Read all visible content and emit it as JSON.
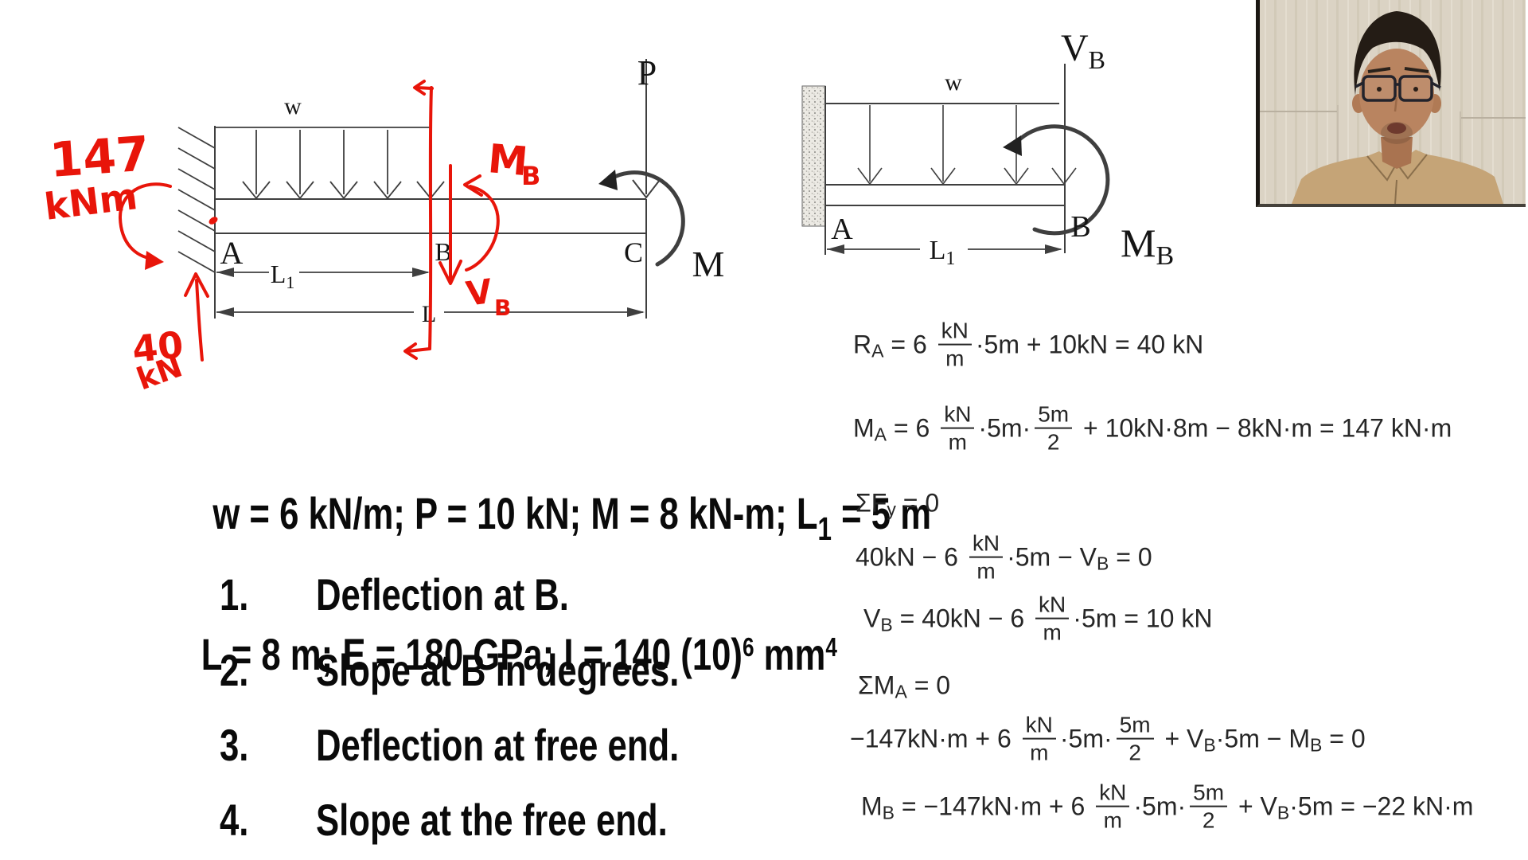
{
  "colors": {
    "annotation_red": "#e8150a",
    "diagram_line": "#3f3f3f",
    "text_ink": "#0a0a0a",
    "equation_ink": "#262626",
    "webcam_wood": "#dbd3c4",
    "webcam_shirt": "#c5a477",
    "webcam_skin": "#b98460",
    "webcam_hair": "#241c15"
  },
  "left_diagram": {
    "load_label": "w",
    "point_load_label": "P",
    "support_a": "A",
    "point_b": "B",
    "point_c": "C",
    "moment_label": "M",
    "dim_l1": "L",
    "dim_l1_sub": "1",
    "dim_l": "L",
    "hand_moment_value": "147",
    "hand_moment_unit": "kNm",
    "hand_reaction_value": "40",
    "hand_reaction_unit": "kN",
    "hand_mb": "M",
    "hand_mb_sub": "B",
    "hand_vb": "V",
    "hand_vb_sub": "B"
  },
  "right_diagram": {
    "load_label": "w",
    "support_a": "A",
    "point_b": "B",
    "vb": "V",
    "vb_sub": "B",
    "mb": "M",
    "mb_sub": "B",
    "dim_l1": "L",
    "dim_l1_sub": "1"
  },
  "given": {
    "line1": [
      {
        "t": "txt",
        "v": "w = 6 kN/m; P = 10 kN; M = 8 kN-m; L"
      },
      {
        "t": "sub",
        "v": "1"
      },
      {
        "t": "txt",
        "v": " = 5 m"
      }
    ],
    "line2": [
      {
        "t": "txt",
        "v": "L = 8 m; E = 180 GPa; I = 140 (10)"
      },
      {
        "t": "sup",
        "v": "6"
      },
      {
        "t": "txt",
        "v": " mm"
      },
      {
        "t": "sup",
        "v": "4"
      }
    ]
  },
  "questions": [
    {
      "number": "1.",
      "text": "Deflection at B."
    },
    {
      "number": "2.",
      "text": "Slope at B in degrees."
    },
    {
      "number": "3.",
      "text": "Deflection at free end."
    },
    {
      "number": "4.",
      "text": "Slope at the free end."
    }
  ],
  "equations": {
    "ra": [
      {
        "t": "txt",
        "v": "R"
      },
      {
        "t": "sub",
        "v": "A"
      },
      {
        "t": "txt",
        "v": " = 6 "
      },
      {
        "t": "frac",
        "n": "kN",
        "d": "m"
      },
      {
        "t": "txt",
        "v": "·5m + 10kN = 40 kN"
      }
    ],
    "ma": [
      {
        "t": "txt",
        "v": "M"
      },
      {
        "t": "sub",
        "v": "A"
      },
      {
        "t": "txt",
        "v": " = 6 "
      },
      {
        "t": "frac",
        "n": "kN",
        "d": "m"
      },
      {
        "t": "txt",
        "v": "·5m·"
      },
      {
        "t": "frac",
        "n": "5m",
        "d": "2"
      },
      {
        "t": "txt",
        "v": " + 10kN·8m − 8kN·m = 147 kN·m"
      }
    ],
    "sfy": [
      {
        "t": "txt",
        "v": "ΣF"
      },
      {
        "t": "sub",
        "v": "y"
      },
      {
        "t": "txt",
        "v": " = 0"
      }
    ],
    "fy0": [
      {
        "t": "txt",
        "v": "40kN − 6 "
      },
      {
        "t": "frac",
        "n": "kN",
        "d": "m"
      },
      {
        "t": "txt",
        "v": "·5m − V"
      },
      {
        "t": "sub",
        "v": "B"
      },
      {
        "t": "txt",
        "v": " = 0"
      }
    ],
    "vbeq": [
      {
        "t": "txt",
        "v": "V"
      },
      {
        "t": "sub",
        "v": "B"
      },
      {
        "t": "txt",
        "v": " = 40kN − 6 "
      },
      {
        "t": "frac",
        "n": "kN",
        "d": "m"
      },
      {
        "t": "txt",
        "v": "·5m = 10 kN"
      }
    ],
    "sma": [
      {
        "t": "txt",
        "v": "ΣM"
      },
      {
        "t": "sub",
        "v": "A"
      },
      {
        "t": "txt",
        "v": " = 0"
      }
    ],
    "ma0": [
      {
        "t": "txt",
        "v": "−147kN·m + 6 "
      },
      {
        "t": "frac",
        "n": "kN",
        "d": "m"
      },
      {
        "t": "txt",
        "v": "·5m·"
      },
      {
        "t": "frac",
        "n": "5m",
        "d": "2"
      },
      {
        "t": "txt",
        "v": " + V"
      },
      {
        "t": "sub",
        "v": "B"
      },
      {
        "t": "txt",
        "v": "·5m − M"
      },
      {
        "t": "sub",
        "v": "B"
      },
      {
        "t": "txt",
        "v": " = 0"
      }
    ],
    "mbeq": [
      {
        "t": "txt",
        "v": "M"
      },
      {
        "t": "sub",
        "v": "B"
      },
      {
        "t": "txt",
        "v": " = −147kN·m + 6 "
      },
      {
        "t": "frac",
        "n": "kN",
        "d": "m"
      },
      {
        "t": "txt",
        "v": "·5m·"
      },
      {
        "t": "frac",
        "n": "5m",
        "d": "2"
      },
      {
        "t": "txt",
        "v": " + V"
      },
      {
        "t": "sub",
        "v": "B"
      },
      {
        "t": "txt",
        "v": "·5m = −22 kN·m"
      }
    ]
  }
}
